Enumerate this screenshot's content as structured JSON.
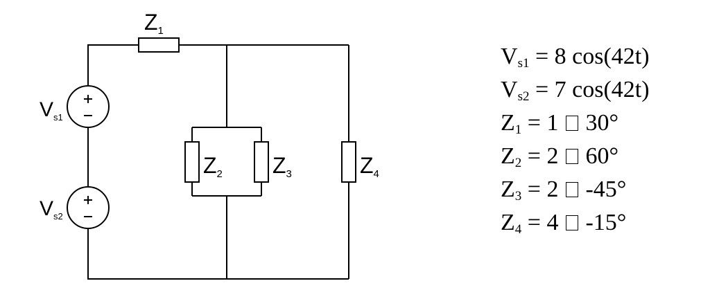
{
  "circuit": {
    "labels": {
      "z1": {
        "main": "Z",
        "sub": "1"
      },
      "z2": {
        "main": "Z",
        "sub": "2"
      },
      "z3": {
        "main": "Z",
        "sub": "3"
      },
      "z4": {
        "main": "Z",
        "sub": "4"
      },
      "vs1": {
        "main": "V",
        "sub": "s1"
      },
      "vs2": {
        "main": "V",
        "sub": "s2"
      }
    },
    "sources": {
      "vs1": {
        "plus": "+",
        "minus": "−"
      },
      "vs2": {
        "plus": "+",
        "minus": "−"
      }
    }
  },
  "parameters": [
    {
      "name": "V",
      "sub": "s1",
      "value": "= 8 cos(42t)",
      "has_box": false
    },
    {
      "name": "V",
      "sub": "s2",
      "value": "= 7 cos(42t)",
      "has_box": false
    },
    {
      "name": "Z",
      "sub": "1",
      "value": "= 1",
      "angle": "30°",
      "has_box": true
    },
    {
      "name": "Z",
      "sub": "2",
      "value": "= 2",
      "angle": "60°",
      "has_box": true
    },
    {
      "name": "Z",
      "sub": "3",
      "value": "= 2",
      "angle": "-45°",
      "has_box": true
    },
    {
      "name": "Z",
      "sub": "4",
      "value": "= 4",
      "angle": "-15°",
      "has_box": true
    }
  ]
}
